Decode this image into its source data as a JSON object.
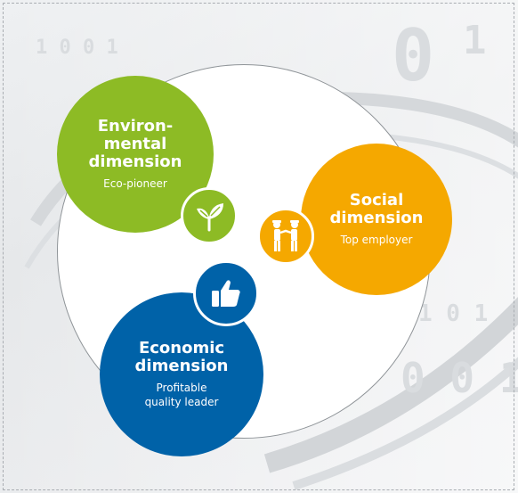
{
  "diagram": {
    "environmental": {
      "title_lines": [
        "Environ-",
        "mental",
        "dimension"
      ],
      "subtitle": "Eco-pioneer",
      "icon": "leaf-icon",
      "color": "#8dbb25"
    },
    "social": {
      "title_lines": [
        "Social",
        "dimension"
      ],
      "subtitle": "Top employer",
      "icon": "workers-icon",
      "color": "#f5a800"
    },
    "economic": {
      "title_lines": [
        "Economic",
        "dimension"
      ],
      "subtitle_lines": [
        "Profitable",
        "quality leader"
      ],
      "icon": "thumbs-up-icon",
      "color": "#0062a8"
    },
    "colors": {
      "center_circle": "#ffffff",
      "background": "#e8eaec"
    }
  }
}
